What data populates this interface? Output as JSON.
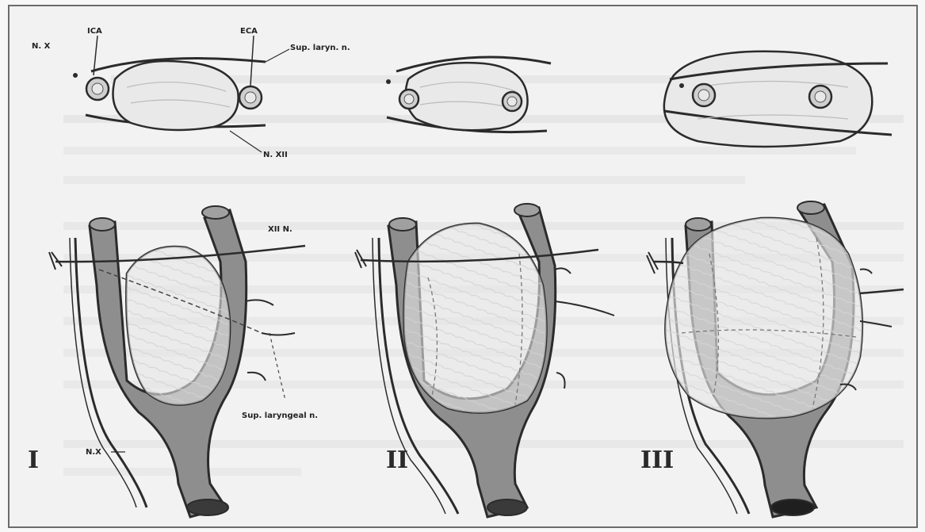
{
  "labels": {
    "n_x_top": "N. X",
    "ica": "ICA",
    "eca": "ECA",
    "sup_laryn_top": "Sup. laryn. n.",
    "n_xii_top": "N. XII",
    "xii_n": "XII N.",
    "sup_laryngeal": "Sup. laryngeal n.",
    "n_x_bottom": "N.X"
  },
  "stages": {
    "one": "I",
    "two": "II",
    "three": "III"
  },
  "colors": {
    "ink": "#2b2b2b",
    "vessel_fill": "#8e8e8e",
    "tumor_fill": "#e6e6e6",
    "background": "#f2f2f2"
  }
}
